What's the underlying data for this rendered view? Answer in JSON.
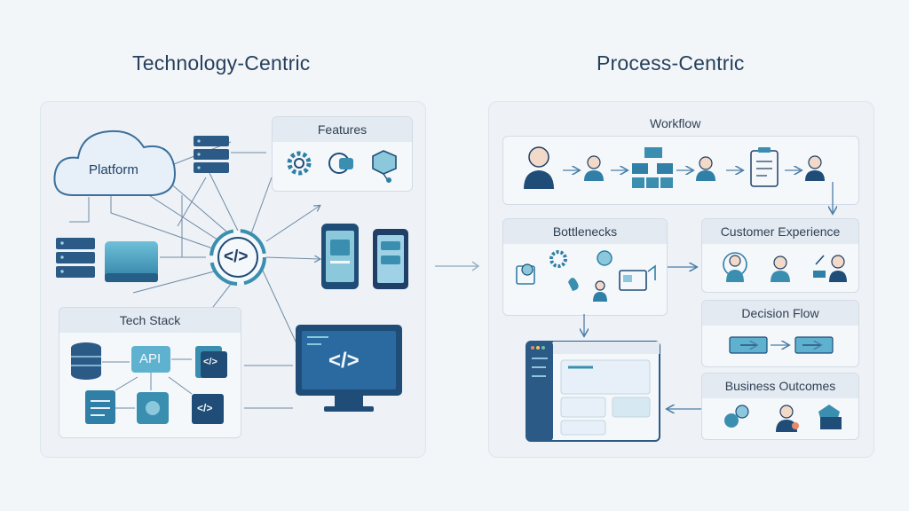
{
  "left": {
    "title": "Technology-Centric",
    "platform_label": "Platform",
    "features_label": "Features",
    "tech_stack_label": "Tech Stack",
    "api_label": "API",
    "code_glyph": "</>"
  },
  "right": {
    "title": "Process-Centric",
    "workflow_label": "Workflow",
    "bottlenecks_label": "Bottlenecks",
    "customer_experience_label": "Customer Experience",
    "decision_flow_label": "Decision Flow",
    "business_outcomes_label": "Business Outcomes"
  },
  "colors": {
    "navy": "#264a75",
    "teal": "#3a8fb0",
    "light_teal": "#8cc8dc",
    "panel_bg": "#eef2f7"
  }
}
